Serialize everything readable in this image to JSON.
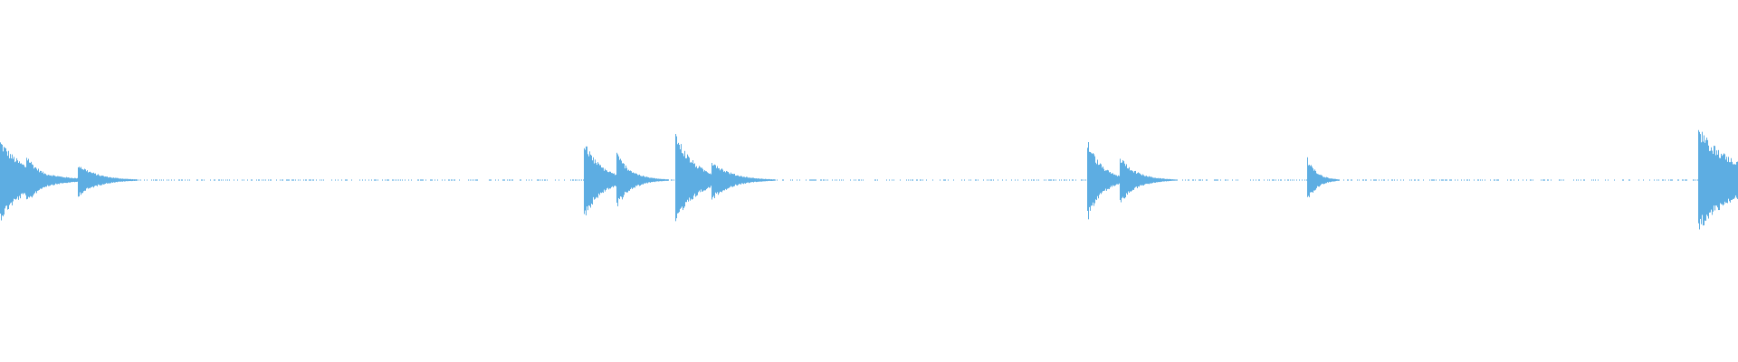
{
  "chart_data": {
    "type": "area",
    "description_units": "bins",
    "total_bins": 1920,
    "color": "#5dade2",
    "background": "#ffffff",
    "axes": false,
    "grid": false,
    "legend": "none",
    "ylim": [
      -1,
      1
    ],
    "events": [
      {
        "onset": 0,
        "peak": 0.22,
        "decay": 80
      },
      {
        "onset": 29,
        "peak": 0.14,
        "decay": 45
      },
      {
        "onset": 86,
        "peak": 0.09,
        "decay": 60
      },
      {
        "onset": 645,
        "peak": 0.21,
        "decay": 55
      },
      {
        "onset": 681,
        "peak": 0.15,
        "decay": 45
      },
      {
        "onset": 746,
        "peak": 0.26,
        "decay": 60
      },
      {
        "onset": 786,
        "peak": 0.11,
        "decay": 60
      },
      {
        "onset": 1201,
        "peak": 0.22,
        "decay": 45
      },
      {
        "onset": 1237,
        "peak": 0.13,
        "decay": 50
      },
      {
        "onset": 1444,
        "peak": 0.12,
        "decay": 30
      },
      {
        "onset": 1876,
        "peak": 0.28,
        "decay": 120
      }
    ],
    "noise_floor": 0.004
  }
}
